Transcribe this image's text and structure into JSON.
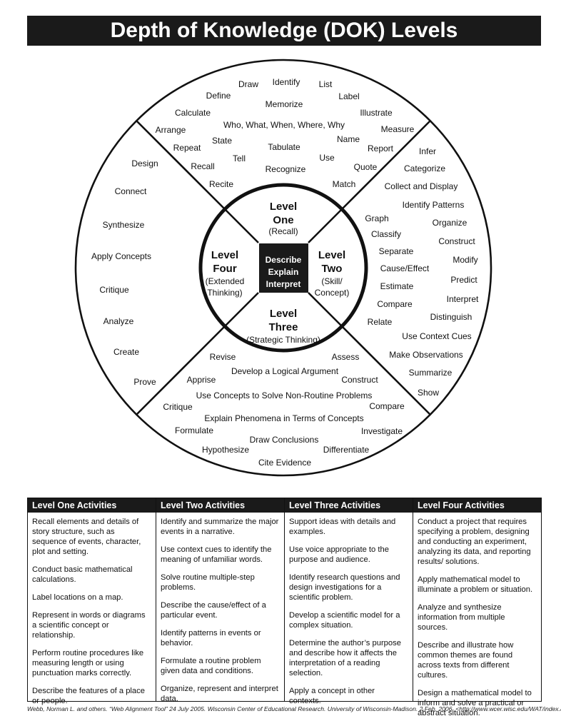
{
  "title": "Depth of Knowledge (DOK) Levels",
  "wheel": {
    "center": [
      "Describe",
      "Explain",
      "Interpret"
    ],
    "levels": [
      {
        "name": [
          "Level",
          "One"
        ],
        "sub": [
          "(Recall)"
        ]
      },
      {
        "name": [
          "Level",
          "Two"
        ],
        "sub": [
          "(Skill/",
          "Concept)"
        ]
      },
      {
        "name": [
          "Level",
          "Three"
        ],
        "sub": [
          "(Strategic Thinking)"
        ]
      },
      {
        "name": [
          "Level",
          "Four"
        ],
        "sub": [
          "(Extended",
          "Thinking)"
        ]
      }
    ],
    "level_one_words": [
      "Draw",
      "Identify",
      "List",
      "Define",
      "Memorize",
      "Label",
      "Calculate",
      "Illustrate",
      "Who, What, When, Where, Why",
      "Arrange",
      "Measure",
      "State",
      "Name",
      "Repeat",
      "Tabulate",
      "Report",
      "Tell",
      "Use",
      "Recall",
      "Quote",
      "Recognize",
      "Recite",
      "Match"
    ],
    "level_two_words": [
      "Infer",
      "Categorize",
      "Collect and Display",
      "Identify Patterns",
      "Graph",
      "Organize",
      "Classify",
      "Construct",
      "Separate",
      "Modify",
      "Cause/Effect",
      "Predict",
      "Estimate",
      "Interpret",
      "Compare",
      "Distinguish",
      "Relate",
      "Use Context Cues",
      "Make Observations",
      "Summarize",
      "Show"
    ],
    "level_three_words": [
      "Revise",
      "Assess",
      "Develop a Logical Argument",
      "Apprise",
      "Construct",
      "Use Concepts to Solve Non-Routine Problems",
      "Critique",
      "Compare",
      "Explain Phenomena in Terms of Concepts",
      "Formulate",
      "Investigate",
      "Draw Conclusions",
      "Hypothesize",
      "Differentiate",
      "Cite Evidence"
    ],
    "level_four_words": [
      "Design",
      "Connect",
      "Synthesize",
      "Apply Concepts",
      "Critique",
      "Analyze",
      "Create",
      "Prove"
    ]
  },
  "table": {
    "columns": [
      {
        "header": "Level One Activities",
        "items": [
          "Recall elements and details of story structure, such as sequence of events, character, plot and setting.",
          "Conduct basic mathematical calculations.",
          "Label locations on a map.",
          "Represent in words or diagrams a scientific concept or relationship.",
          "Perform routine procedures like measuring length or using punctuation marks correctly.",
          "Describe the features of a place or people."
        ]
      },
      {
        "header": "Level Two Activities",
        "items": [
          "Identify and summarize the major events in a narrative.",
          "Use context cues to identify the meaning of unfamiliar words.",
          "Solve routine multiple-step problems.",
          "Describe the cause/effect of a particular event.",
          "Identify patterns in events or behavior.",
          "Formulate a routine problem given data and conditions.",
          "Organize, represent and interpret data."
        ]
      },
      {
        "header": "Level Three Activities",
        "items": [
          "Support ideas with details and examples.",
          "Use voice appropriate to the purpose and audience.",
          "Identify research questions and design investigations for a scientific problem.",
          "Develop a scientific model for a complex situation.",
          "Determine the author’s purpose and describe how it affects the interpretation of a reading selection.",
          "Apply a concept in other contexts."
        ]
      },
      {
        "header": "Level Four Activities",
        "items": [
          "Conduct a project that requires specifying a problem, designing and conducting an experiment, analyzing its data, and reporting results/ solutions.",
          "Apply mathematical model to illuminate a problem or situation.",
          "Analyze and synthesize information from multiple sources.",
          "Describe and illustrate how common themes are found across texts from different cultures.",
          "Design a mathematical model to inform and solve a practical or abstract situation."
        ]
      }
    ]
  },
  "footnote": "Webb, Norman L. and others. “Web Alignment Tool” 24 July 2005. Wisconsin Center of Educational Research. University of Wisconsin-Madison. 2 Feb. 2006. <http://www.wcer.wisc.edu/WAT/index.aspx>."
}
